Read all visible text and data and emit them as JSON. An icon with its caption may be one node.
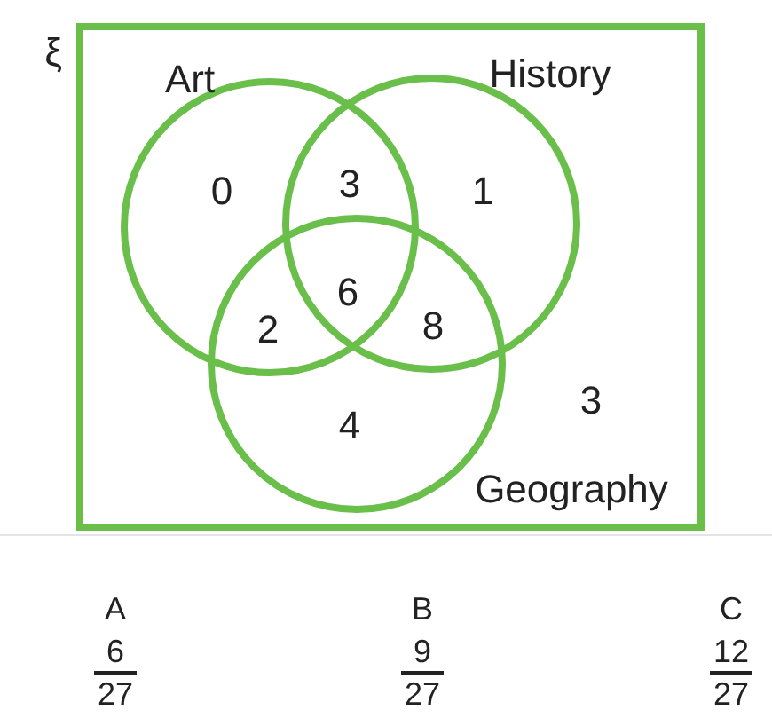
{
  "diagram": {
    "nodes": [
      {
        "text": [
          "ξ"
        ]
      },
      {
        "text": [
          "Art"
        ],
        "in": 0
      },
      {
        "text": [
          "History"
        ],
        "in": 0
      },
      {
        "text": [
          "Geography"
        ],
        "in": 0
      }
    ],
    "labels": [
      "0",
      "3",
      "1",
      "6",
      "2",
      "8",
      "4",
      "3",
      "A",
      "6",
      "27",
      "B",
      "9",
      "27",
      "C",
      "12",
      "27"
    ]
  }
}
